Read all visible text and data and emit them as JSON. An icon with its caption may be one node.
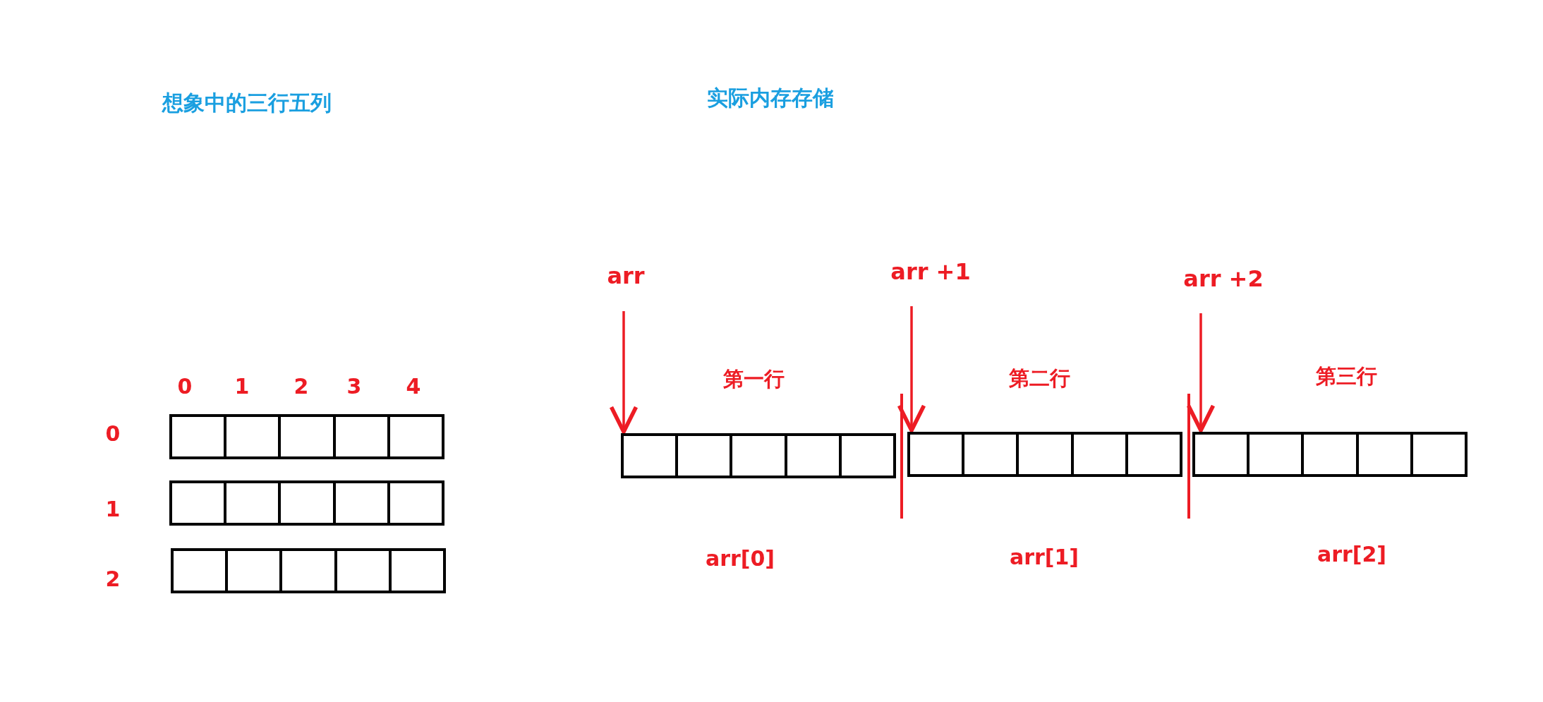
{
  "diagram": {
    "nodes": [
      {
        "text": [
          "arr"
        ]
      },
      {
        "text": [
          "arr +1"
        ]
      },
      {
        "text": [
          "arr +2"
        ]
      },
      {
        "text": [],
        "shape": "box"
      },
      {
        "text": [],
        "shape": "box"
      },
      {
        "text": [],
        "shape": "box"
      },
      {
        "text": [],
        "shape": "box"
      },
      {
        "text": [],
        "shape": "box"
      },
      {
        "text": [],
        "shape": "box"
      },
      {
        "text": [],
        "shape": "box"
      },
      {
        "text": [],
        "shape": "box"
      },
      {
        "text": [],
        "shape": "box"
      },
      {
        "text": [],
        "shape": "box"
      },
      {
        "text": [],
        "shape": "box"
      },
      {
        "text": [],
        "shape": "box"
      },
      {
        "text": [],
        "shape": "box"
      },
      {
        "text": [],
        "shape": "box"
      },
      {
        "text": [],
        "shape": "box"
      },
      {
        "text": [],
        "shape": "box"
      },
      {
        "text": [],
        "shape": "box"
      },
      {
        "text": [],
        "shape": "box"
      },
      {
        "text": [],
        "shape": "box"
      },
      {
        "text": [],
        "shape": "box"
      },
      {
        "text": [],
        "shape": "box"
      },
      {
        "text": [],
        "shape": "box"
      },
      {
        "text": [],
        "shape": "box"
      },
      {
        "text": [],
        "shape": "box"
      },
      {
        "text": [],
        "shape": "box"
      },
      {
        "text": [],
        "shape": "box"
      },
      {
        "text": [],
        "shape": "box"
      },
      {
        "text": [],
        "shape": "box"
      },
      {
        "text": [],
        "shape": "box"
      },
      {
        "text": [],
        "shape": "box"
      }
    ],
    "edges": [
      {
        "from": 0,
        "to": 18,
        "arrow": "to"
      },
      {
        "from": 1,
        "to": 23,
        "arrow": "to"
      },
      {
        "from": 2,
        "to": 28,
        "arrow": "to"
      }
    ],
    "labels": [
      "想象中的三行五列",
      "实际内存存储",
      "0",
      "1",
      "2",
      "3",
      "4",
      "第一行",
      "第二行",
      "第三行",
      "0",
      "1",
      "2",
      "arr[0]",
      "arr[1]",
      "arr[2]"
    ]
  }
}
